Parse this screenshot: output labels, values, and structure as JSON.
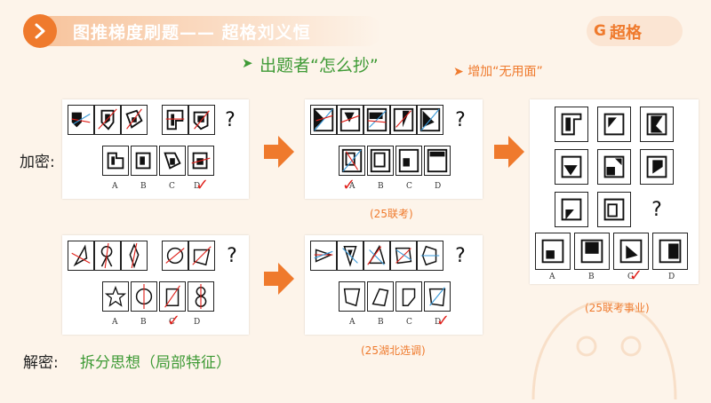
{
  "header": {
    "title": "图推梯度刷题—— 超格刘义恒",
    "logo": "超格",
    "logo_icon": "G"
  },
  "subtitle": "出题者“怎么抄”",
  "note": "增加“无用面”",
  "sides": {
    "encrypt": "加密:",
    "decrypt_label": "解密:",
    "decrypt_method": "拆分思想（局部特征）"
  },
  "captions": {
    "p2": "(25联考)",
    "p4": "(25湖北选调)",
    "p5": "(25联考事业)"
  },
  "option_labels": [
    "A",
    "B",
    "C",
    "D"
  ],
  "question_mark": "?",
  "check_mark": "✓",
  "icons": {
    "play": "play-icon",
    "arrow": "right-arrow-icon",
    "bullet": "triangle-bullet-icon"
  },
  "colors": {
    "accent": "#ef7a2d",
    "green": "#3e9a35",
    "red": "#e0201a",
    "blue": "#3a9ad9"
  }
}
